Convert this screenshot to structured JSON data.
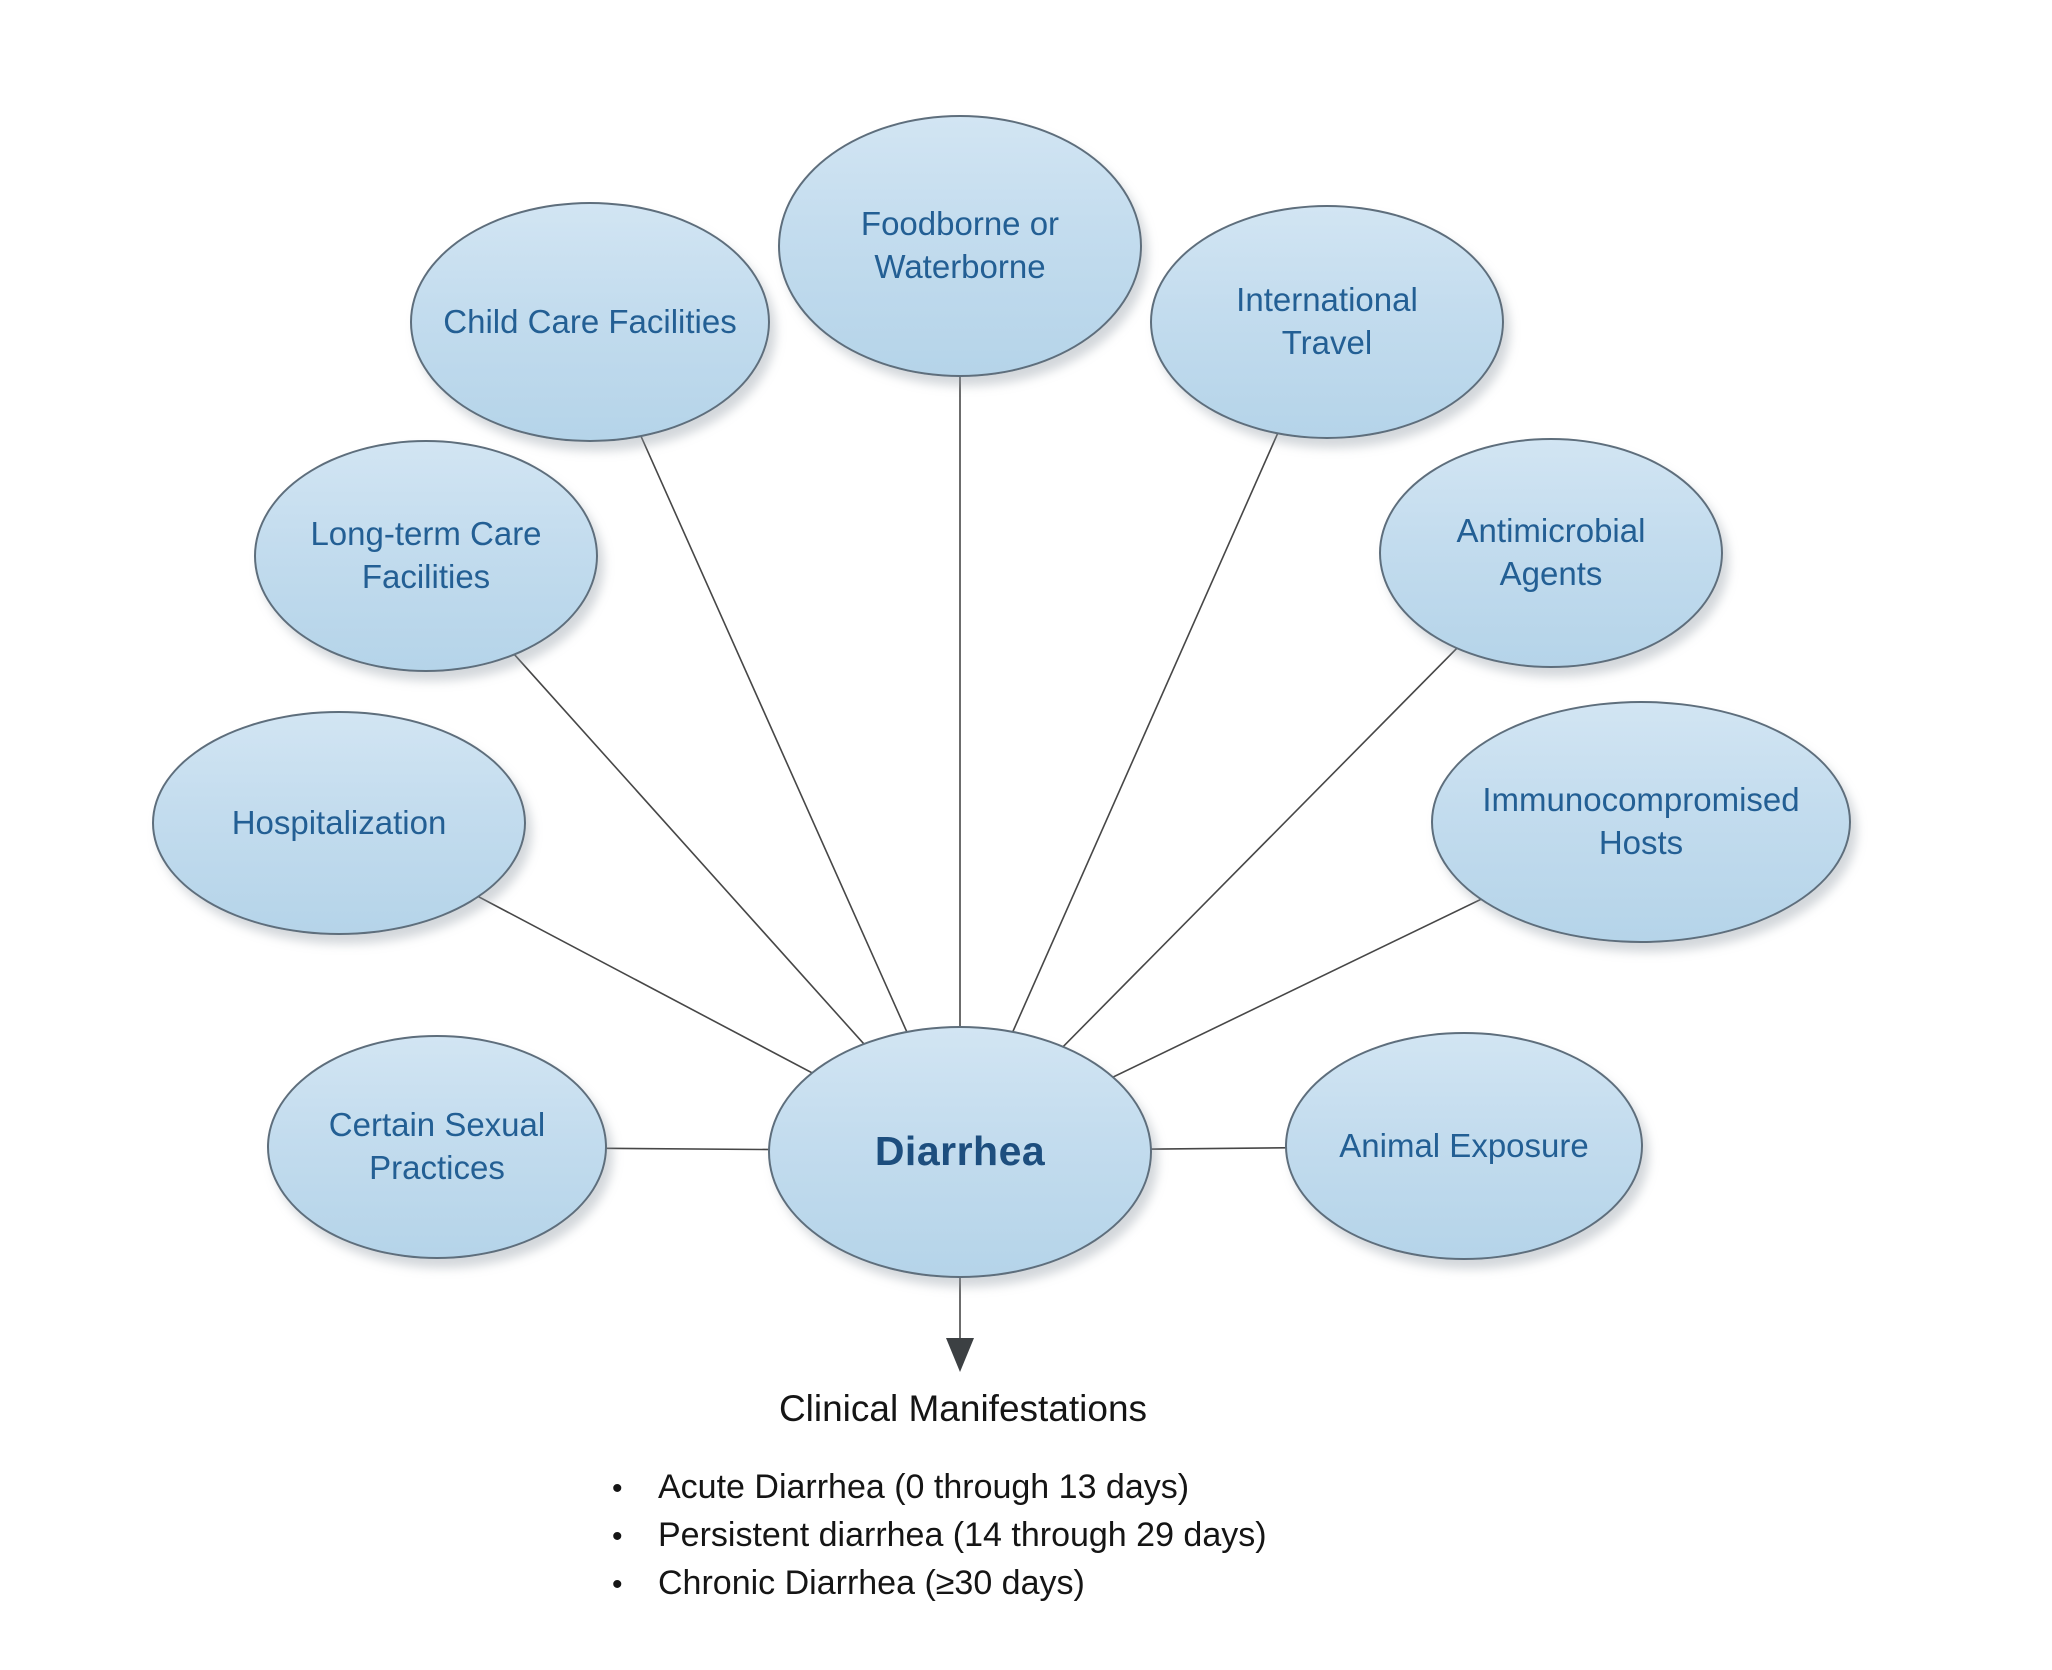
{
  "diagram": {
    "center": {
      "label": "Diarrhea"
    },
    "risk_factors": [
      {
        "label": "Child Care Facilities"
      },
      {
        "label": "Foodborne or\nWaterborne"
      },
      {
        "label": "International\nTravel"
      },
      {
        "label": "Long-term Care\nFacilities"
      },
      {
        "label": "Antimicrobial\nAgents"
      },
      {
        "label": "Hospitalization"
      },
      {
        "label": "Immunocompromised\nHosts"
      },
      {
        "label": "Certain Sexual\nPractices"
      },
      {
        "label": "Animal Exposure"
      }
    ],
    "outcome": {
      "title": "Clinical Manifestations",
      "bullet_glyph": "•",
      "bullets": [
        "Acute Diarrhea (0 through 13 days)",
        "Persistent diarrhea (14 through 29 days)",
        "Chronic Diarrhea (≥30 days)"
      ]
    },
    "colors": {
      "node_fill_light": "#d2e5f3",
      "node_fill_dark": "#b5d4e9",
      "node_border": "#5e6e7c",
      "node_text": "#235f94",
      "center_text": "#1d4e7e",
      "connector": "#474747",
      "body_text": "#151515"
    }
  }
}
